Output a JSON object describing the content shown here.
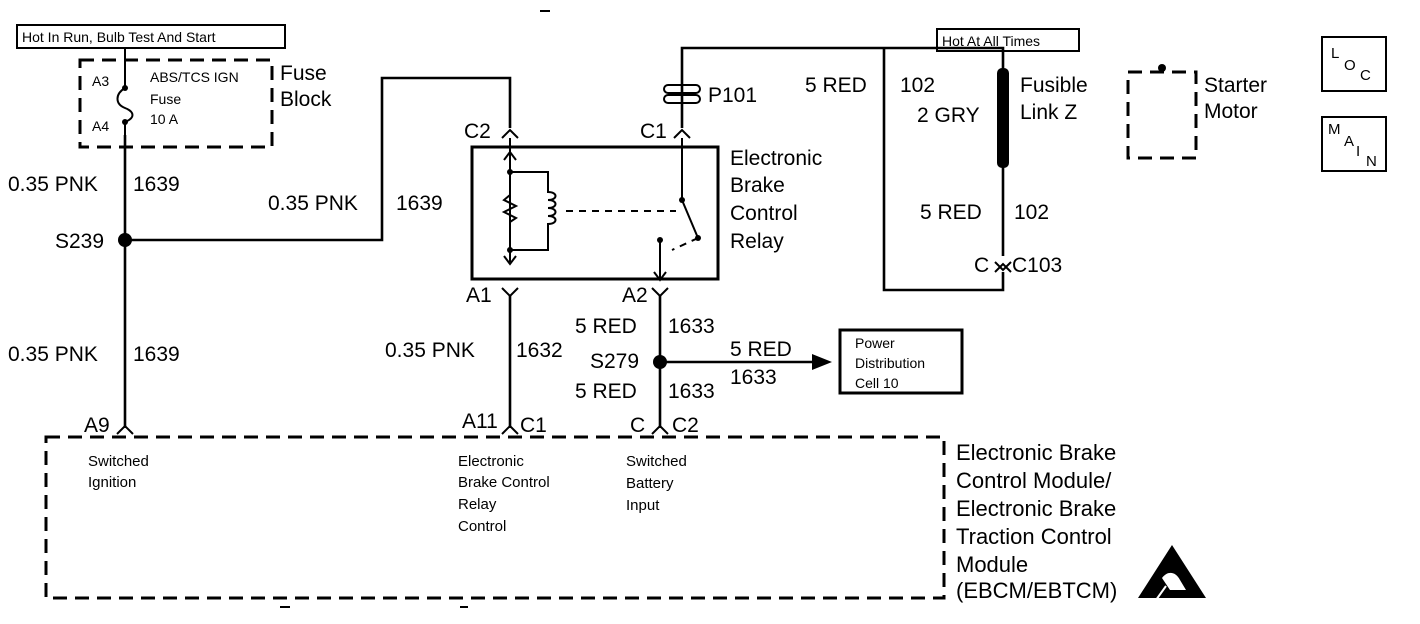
{
  "labels": {
    "hot_run": "Hot In Run, Bulb Test And Start",
    "hot_always": "Hot At All Times",
    "loc_1": "L",
    "loc_2": "O",
    "loc_3": "C",
    "main_1": "M",
    "main_2": "A",
    "main_3": "I",
    "main_4": "N",
    "fuse_a3": "A3",
    "fuse_a4": "A4",
    "fuse_name": "ABS/TCS IGN",
    "fuse_word": "Fuse",
    "fuse_rating": "10 A",
    "fuse_block_1": "Fuse",
    "fuse_block_2": "Block",
    "wire_left_top_gauge": "0.35 PNK",
    "wire_left_top_circuit": "1639",
    "wire_mid_gauge": "0.35 PNK",
    "wire_mid_circuit": "1639",
    "splice_s239": "S239",
    "wire_left_bottom_gauge": "0.35 PNK",
    "wire_left_bottom_circuit": "1639",
    "conn_a9": "A9",
    "pin_switched_ignition_1": "Switched",
    "pin_switched_ignition_2": "Ignition",
    "conn_c2_top": "C2",
    "conn_c1_top": "C1",
    "conn_p101": "P101",
    "relay_1": "Electronic",
    "relay_2": "Brake",
    "relay_3": "Control",
    "relay_4": "Relay",
    "conn_a1": "A1",
    "conn_a2": "A2",
    "wire_1632_gauge": "0.35 PNK",
    "wire_1632_circuit": "1632",
    "conn_a11": "A11",
    "conn_c1_bottom": "C1",
    "pin_relay_control_1": "Electronic",
    "pin_relay_control_2": "Brake Control",
    "pin_relay_control_3": "Relay",
    "pin_relay_control_4": "Control",
    "wire_1633_top_gauge": "5 RED",
    "wire_1633_top_circuit": "1633",
    "splice_s279": "S279",
    "wire_1633_bottom_gauge": "5 RED",
    "wire_1633_bottom_circuit": "1633",
    "wire_1633_right_gauge": "5 RED",
    "wire_1633_right_circuit": "1633",
    "power_dist_1": "Power",
    "power_dist_2": "Distribution",
    "power_dist_3": "Cell 10",
    "conn_c_bottom": "C",
    "conn_c2_bottom": "C2",
    "pin_battery_1": "Switched",
    "pin_battery_2": "Battery",
    "pin_battery_3": "Input",
    "wire_102_top_gauge": "5 RED",
    "wire_102_top_circuit": "102",
    "wire_gry": "2 GRY",
    "fusible_1": "Fusible",
    "fusible_2": "Link Z",
    "starter_1": "Starter",
    "starter_2": "Motor",
    "wire_102_bottom_gauge": "5 RED",
    "wire_102_bottom_circuit": "102",
    "conn_c_c103_c": "C",
    "conn_c103": "C103",
    "module_1": "Electronic Brake",
    "module_2": "Control Module/",
    "module_3": "Electronic Brake",
    "module_4": "Traction Control",
    "module_5": "Module",
    "module_6": "(EBCM/EBTCM)"
  },
  "colors": {
    "ink": "#000000",
    "paper": "#ffffff"
  },
  "icons": [
    "esd-warning-icon"
  ]
}
